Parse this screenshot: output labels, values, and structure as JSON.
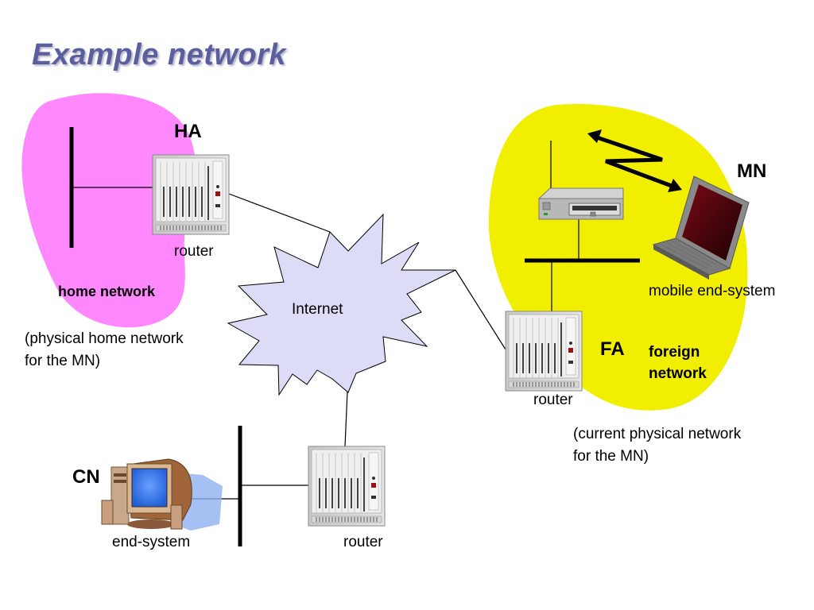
{
  "title": "Example network",
  "colors": {
    "title": "#5b5fa0",
    "home_network_fill": "#ff88ff",
    "foreign_network_fill": "#f2ee00",
    "internet_fill": "#dcdcf6"
  },
  "home": {
    "agent_label": "HA",
    "router_label": "router",
    "network_label": "home network",
    "note_line1": "(physical home network",
    "note_line2": "for the MN)"
  },
  "internet": {
    "label": "Internet"
  },
  "foreign": {
    "mobile_label": "MN",
    "mobile_caption": "mobile end-system",
    "agent_label": "FA",
    "network_label_line1": "foreign",
    "network_label_line2": "network",
    "router_label": "router",
    "note_line1": "(current physical network",
    "note_line2": "for the MN)"
  },
  "correspondent": {
    "node_label": "CN",
    "end_system_label": "end-system",
    "router_label": "router"
  }
}
